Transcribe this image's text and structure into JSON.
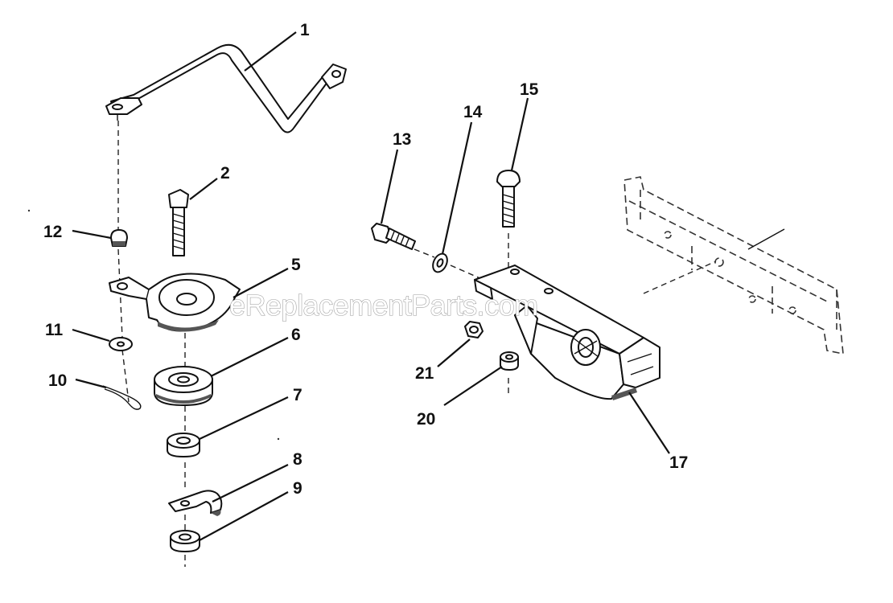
{
  "diagram": {
    "watermark": "eReplacementParts.com",
    "callouts": {
      "c1": "1",
      "c2": "2",
      "c5": "5",
      "c6": "6",
      "c7": "7",
      "c8": "8",
      "c9": "9",
      "c10": "10",
      "c11": "11",
      "c12": "12",
      "c13": "13",
      "c14": "14",
      "c15": "15",
      "c17": "17",
      "c20": "20",
      "c21": "21"
    }
  }
}
